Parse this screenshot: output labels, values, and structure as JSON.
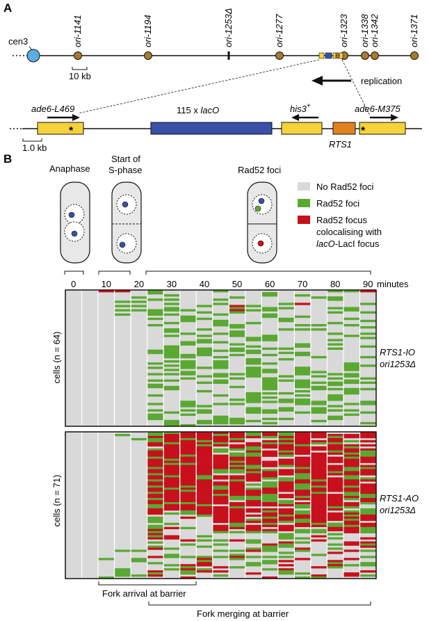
{
  "panelA": {
    "label": "A",
    "centromere": "cen3",
    "origins": [
      "ori-1141",
      "ori-1194",
      "ori-1253Δ",
      "ori-1277",
      "ori-1323",
      "ori-1338",
      "ori-1342",
      "ori-1371"
    ],
    "scale_chromosome": "10 kb",
    "replication_label": "replication",
    "locus": {
      "ade6_left": "ade6-L469",
      "lacO": "115 x lacO",
      "lacO_prefix": "115 x",
      "lacO_italic": "lacO",
      "his3": "his3",
      "his3_sup": "+",
      "rts1": "RTS1",
      "ade6_right": "ade6-M375",
      "star": "*"
    },
    "scale_locus": "1.0 kb"
  },
  "panelB": {
    "label": "B",
    "cell_stages": [
      "Anaphase",
      "Start of",
      "S-phase",
      "Rad52 foci"
    ],
    "legend": [
      {
        "label": "No Rad52 foci",
        "color": "#d9d9d9"
      },
      {
        "label": "Rad52 foci",
        "color": "#5aa832"
      },
      {
        "label": "Rad52 focus",
        "color": "#c8101c"
      },
      {
        "label": "colocalising with",
        "color": ""
      },
      {
        "label": "lacO-LacI focus",
        "color": ""
      }
    ],
    "legend_lines": {
      "no": "No Rad52 foci",
      "yes": "Rad52 foci",
      "red1": "Rad52 focus",
      "red2": "colocalising with",
      "red3_italic": "lacO",
      "red3_rest": "-LacI focus"
    },
    "time_points": [
      "0",
      "10",
      "20",
      "30",
      "40",
      "50",
      "60",
      "70",
      "80",
      "90"
    ],
    "time_unit": "minutes",
    "heatmaps": [
      {
        "ylabel": "cells (n = 64)",
        "strain": "RTS1-IO",
        "strain2": "ori1253Δ",
        "n": 64
      },
      {
        "ylabel": "cells (n = 71)",
        "strain": "RTS1-AO",
        "strain2": "ori1253Δ",
        "n": 71
      }
    ],
    "bottom_labels": [
      "Fork arrival at barrier",
      "Fork merging at barrier"
    ]
  },
  "colors": {
    "grey": "#d9d9d9",
    "green": "#5aa832",
    "red": "#c8101c",
    "origin": "#a97a2e",
    "cen": "#5aaee0",
    "lacO": "#3a4fa8",
    "yellow": "#f5d23a",
    "orange": "#e0801e"
  }
}
